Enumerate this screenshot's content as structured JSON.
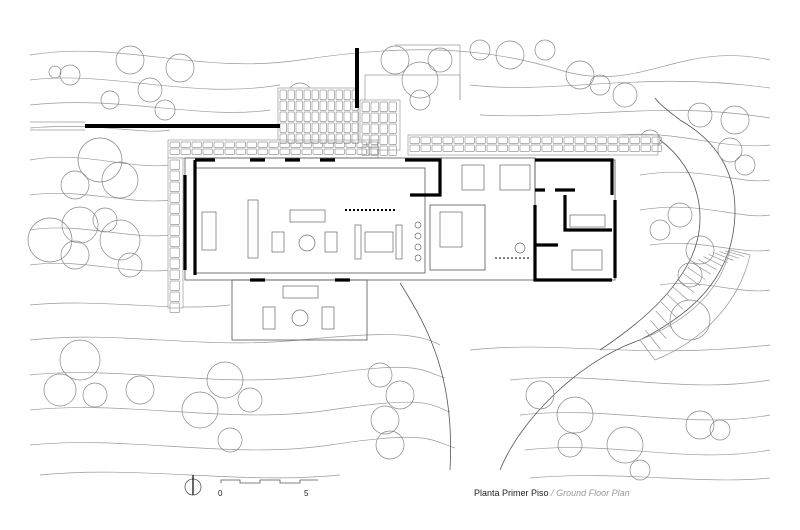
{
  "title": {
    "spanish": "Planta Primer Piso",
    "separator": "/",
    "english": "Ground Floor Plan"
  },
  "scale_bar": {
    "start_label": "0",
    "end_label": "5"
  },
  "icons": [
    "north-arrow-icon"
  ]
}
